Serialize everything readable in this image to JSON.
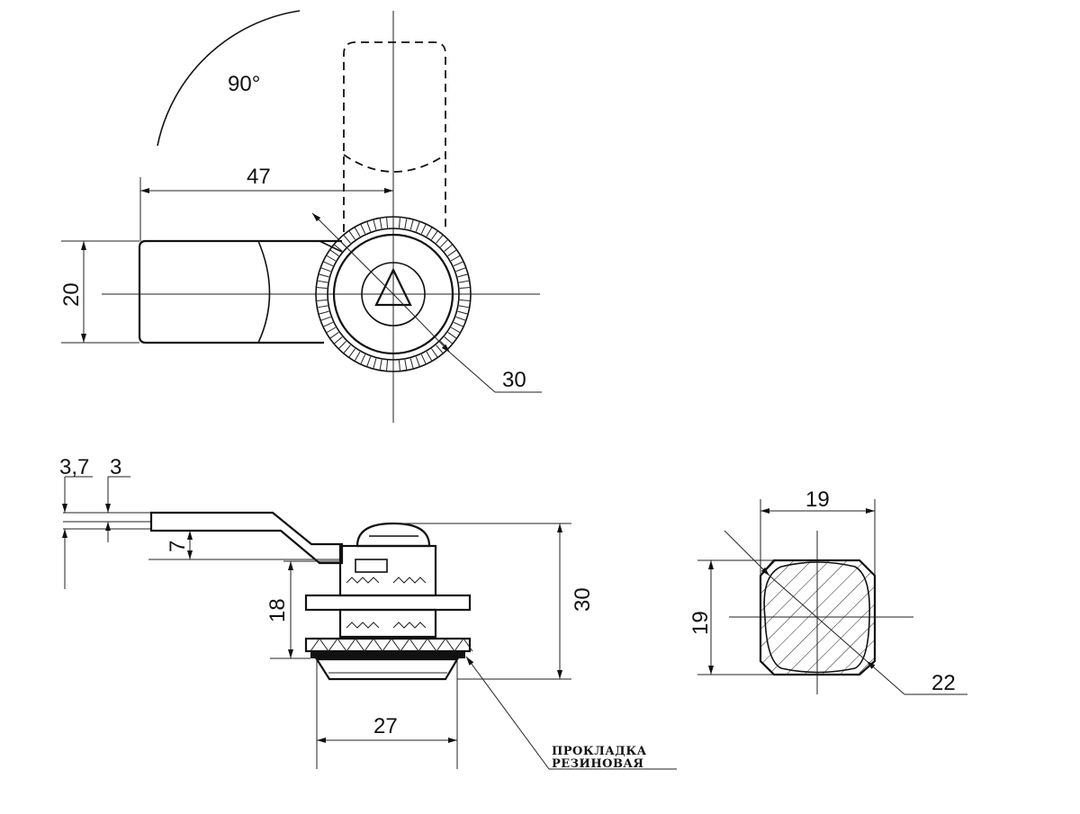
{
  "top_view": {
    "angle_label": "90°",
    "width_dim": "47",
    "height_dim": "20",
    "diameter_dim": "30"
  },
  "side_view": {
    "offset_dim_1": "3,7",
    "offset_dim_2": "3",
    "cam_drop_dim": "7",
    "thread_length_dim": "18",
    "overall_height_dim": "30",
    "flange_diameter_dim": "27",
    "gasket_label_line1": "ПРОКЛАДКА",
    "gasket_label_line2": "РЕЗИНОВАЯ"
  },
  "cutout_view": {
    "width_dim": "19",
    "height_dim": "19",
    "diameter_dim": "22"
  }
}
